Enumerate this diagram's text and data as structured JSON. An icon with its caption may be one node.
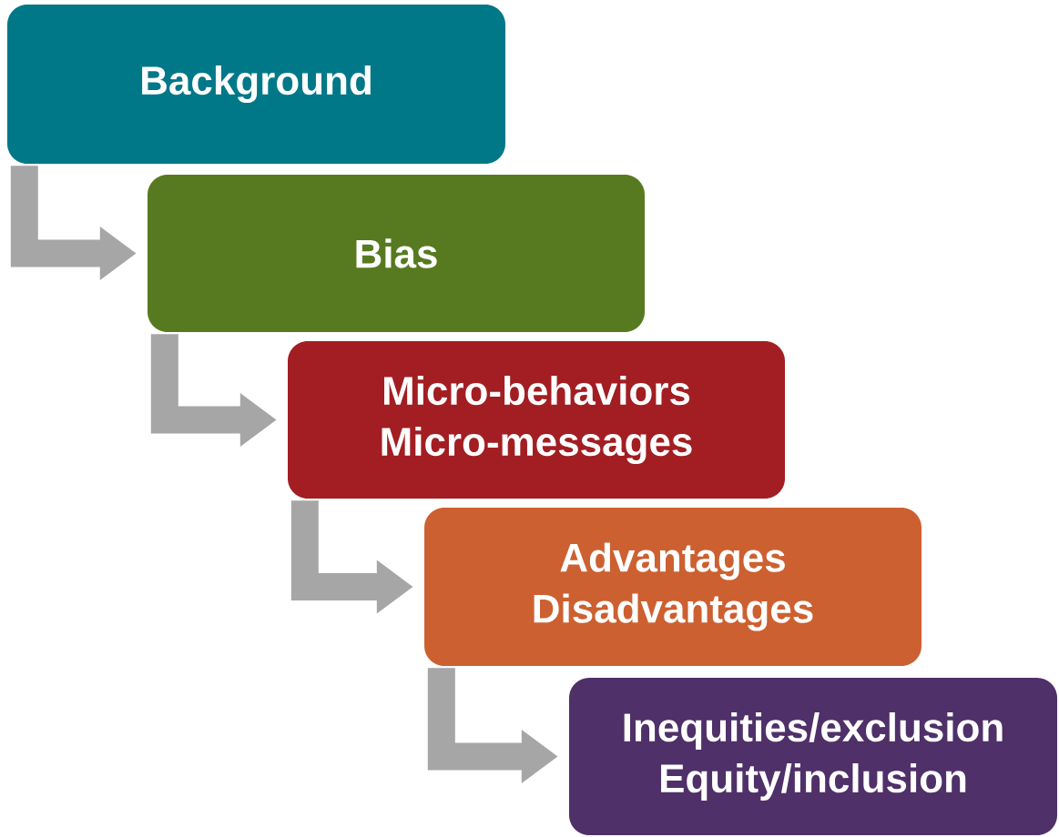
{
  "diagram": {
    "nodes": [
      {
        "text": [
          "Background"
        ]
      },
      {
        "text": [
          "Bias"
        ]
      },
      {
        "text": [
          "Micro-behaviors",
          "Micro-messages"
        ]
      },
      {
        "text": [
          "Advantages",
          "Disadvantages"
        ]
      },
      {
        "text": [
          "Inequities/exclusion",
          "Equity/inclusion"
        ]
      }
    ],
    "edges": [
      {
        "from": 0,
        "to": 1,
        "arrow": "to"
      },
      {
        "from": 1,
        "to": 2,
        "arrow": "to"
      },
      {
        "from": 2,
        "to": 3,
        "arrow": "to"
      },
      {
        "from": 3,
        "to": 4,
        "arrow": "to"
      }
    ]
  }
}
